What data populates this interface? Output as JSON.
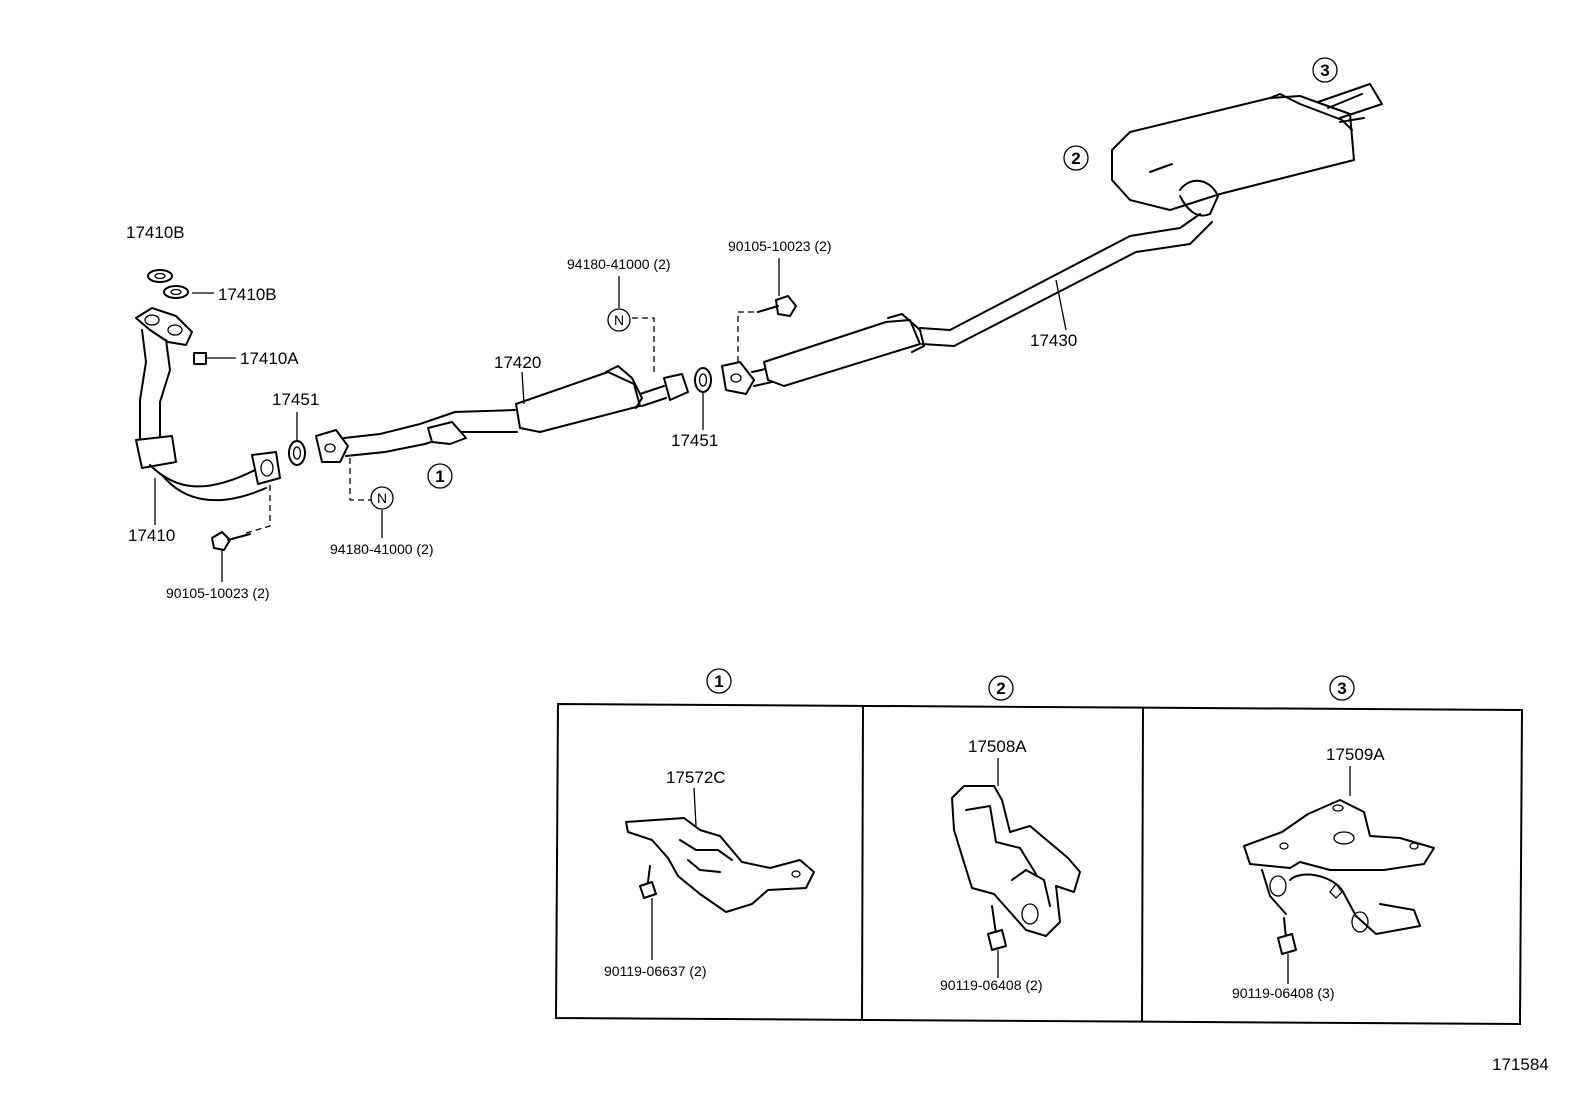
{
  "labels": {
    "front_pipe": "17410",
    "front_pipe_gasket_b_top": "17410B",
    "front_pipe_gasket_b": "17410B",
    "front_pipe_nut": "17410A",
    "gasket_left": "17451",
    "gasket_right": "17451",
    "center_pipe": "17420",
    "tail_pipe": "17430",
    "bolt_left": "90105-10023 (2)",
    "bolt_right": "90105-10023 (2)",
    "nut_left": "94180-41000 (2)",
    "nut_top": "94180-41000 (2)",
    "callout_1": "1",
    "callout_2": "2",
    "callout_3": "3",
    "nut_symbol": "N"
  },
  "insets": [
    {
      "number": "1",
      "part": "17572C",
      "bolt": "90119-06637 (2)"
    },
    {
      "number": "2",
      "part": "17508A",
      "bolt": "90119-06408 (2)"
    },
    {
      "number": "3",
      "part": "17509A",
      "bolt": "90119-06408 (3)"
    }
  ],
  "figure_id": "171584"
}
